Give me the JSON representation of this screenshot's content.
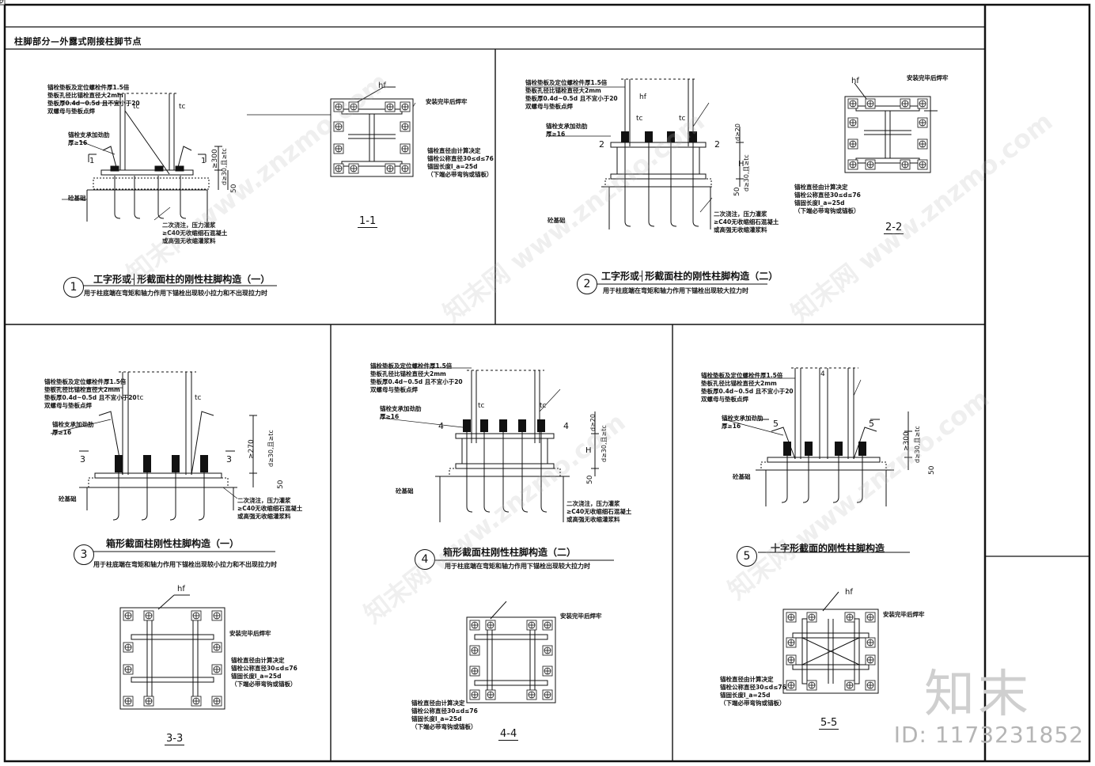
{
  "sheet_title": "柱脚部分—外露式刚接柱脚节点",
  "details": [
    {
      "num": "1",
      "title": "工字形或┤形截面柱的刚性柱脚构造（一）",
      "sub": "用于柱底端在弯矩和轴力作用下锚栓出现较小拉力和不出现拉力时"
    },
    {
      "num": "2",
      "title": "工字形或┤形截面柱的刚性柱脚构造（二）",
      "sub": "用于柱底端在弯矩和轴力作用下锚栓出现较大拉力时"
    },
    {
      "num": "3",
      "title": "箱形截面柱刚性柱脚构造（一）",
      "sub": "用于柱底端在弯矩和轴力作用下锚栓出现较小拉力和不出现拉力时"
    },
    {
      "num": "4",
      "title": "箱形截面柱刚性柱脚构造（二）",
      "sub": "用于柱底端在弯矩和轴力作用下锚栓出现较大拉力时"
    },
    {
      "num": "5",
      "title": "十字形截面的刚性柱脚构造",
      "sub": ""
    }
  ],
  "sections": [
    "1-1",
    "2-2",
    "3-3",
    "4-4",
    "5-5"
  ],
  "labels": {
    "tc": "tc",
    "hf": "hf",
    "bolt_note_1": "锚栓垫板及定位螺栓件厚1.5倍",
    "bolt_note_2": "垫板孔径比锚栓直径大2mm",
    "bolt_note_3": "垫板厚0.4d~0.5d 且不宜小于20",
    "bolt_note_4": "双螺母与垫板点焊",
    "stiffener": "锚栓支承加劲肋",
    "thk16": "厚≥16",
    "grout_1": "二次浇注，压力灌浆",
    "grout_2": "≥C40无收缩细石混凝土",
    "grout_3": "或高强无收缩灌浆料",
    "foundation": "砼基础",
    "install_bolt": "安装完毕后焊牢",
    "diam_note_1": "锚栓直径由计算决定",
    "diam_note_2": "锚栓公称直径30≤d≤76",
    "diam_note_3": "锚固长度l_a=25d",
    "diam_note_4": "（下端必带弯钩或锚板）",
    "dim_300": "≥300",
    "dim_270": "≥270",
    "dim_50": "50",
    "dim_d30": "d≥30, 且≥tc",
    "dim_20": "d≥20",
    "dim_16": "≥16",
    "dim_H": "H",
    "sec_1": "1",
    "sec_2": "2",
    "sec_3": "3",
    "sec_4": "4",
    "sec_5": "5"
  },
  "watermark": {
    "logo": "知末",
    "id": "ID: 1173231852",
    "diag": "知末网 www.znzmo.com"
  }
}
